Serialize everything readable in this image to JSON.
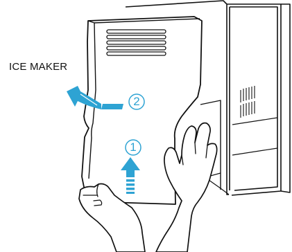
{
  "label": "ICE MAKER",
  "steps": {
    "first": "1",
    "second": "2"
  },
  "colors": {
    "accent": "#2ea3d3",
    "line": "#111111"
  },
  "icons": {
    "arrow_up": "arrow-up-icon",
    "arrow_left": "arrow-left-icon"
  }
}
